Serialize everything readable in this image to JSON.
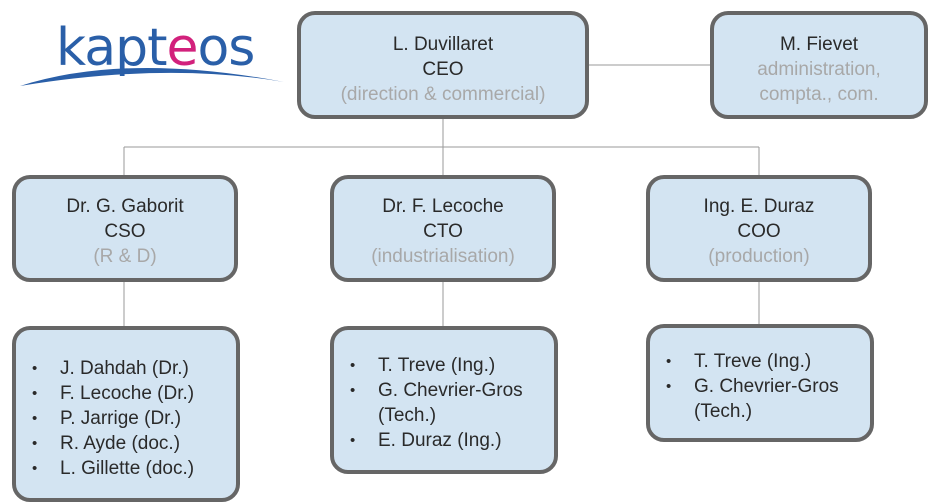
{
  "logo": {
    "text_before": "kapt",
    "text_accent": "e",
    "text_after": "os"
  },
  "ceo": {
    "name": "L. Duvillaret",
    "role": "CEO",
    "desc": "(direction & commercial)"
  },
  "admin": {
    "name": "M. Fievet",
    "desc_line1": "administration,",
    "desc_line2": "compta., com."
  },
  "cso": {
    "name": "Dr. G. Gaborit",
    "role": "CSO",
    "desc": "(R & D)",
    "team": [
      "J. Dahdah (Dr.)",
      "F. Lecoche (Dr.)",
      "P. Jarrige (Dr.)",
      "R. Ayde (doc.)",
      "L. Gillette (doc.)"
    ]
  },
  "cto": {
    "name": "Dr. F. Lecoche",
    "role": "CTO",
    "desc": "(industrialisation)",
    "team": [
      "T. Treve (Ing.)",
      "G. Chevrier-Gros (Tech.)",
      "E. Duraz (Ing.)"
    ]
  },
  "coo": {
    "name": "Ing. E. Duraz",
    "role": "COO",
    "desc": "(production)",
    "team": [
      "T. Treve (Ing.)",
      "G. Chevrier-Gros (Tech.)"
    ]
  },
  "colors": {
    "box_fill": "#d3e4f2",
    "box_border": "#666666",
    "muted_text": "#a8a8a8",
    "logo_blue": "#2a5fa8",
    "logo_pink": "#d2217c"
  }
}
